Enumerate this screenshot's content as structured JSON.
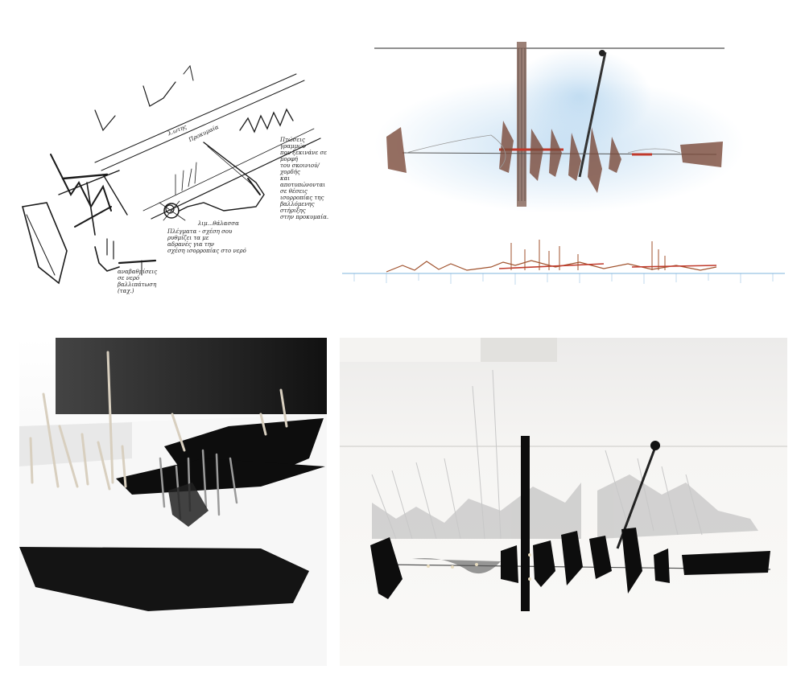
{
  "panels": {
    "sketch": {
      "label_road": "λ.ωτης",
      "label_coast": "Προκυμαία",
      "label_sea": "λιμ...θάλασσα",
      "note_right": "Πτώσεις γραμμών\nπου ξεκινάνε σε μορφή\nτου σκοινιού/χορδής\nκαι αποτυπώνονται\nσε θέσεις\nισορροπίας της\nβαλλόμενης στήριξης\nστην προκυμαία.",
      "note_center": "Πλέγματα - σχέση σου\nρυθμίζει τα με\nαδρανές για την\nσχέση ισορροπίας στο νερό",
      "note_left": "αναβαθμίσεις\nσε νερό\nβαλλιπάτωση\n(ταχ.)"
    },
    "colors": {
      "ink": "#1a1a1a",
      "blue_pencil": "#7fb4de",
      "red_pencil": "#c0392b",
      "brown_pencil": "#7a4a3a",
      "model_black": "#0d0d0d",
      "model_base": "#f4f3f1"
    }
  }
}
